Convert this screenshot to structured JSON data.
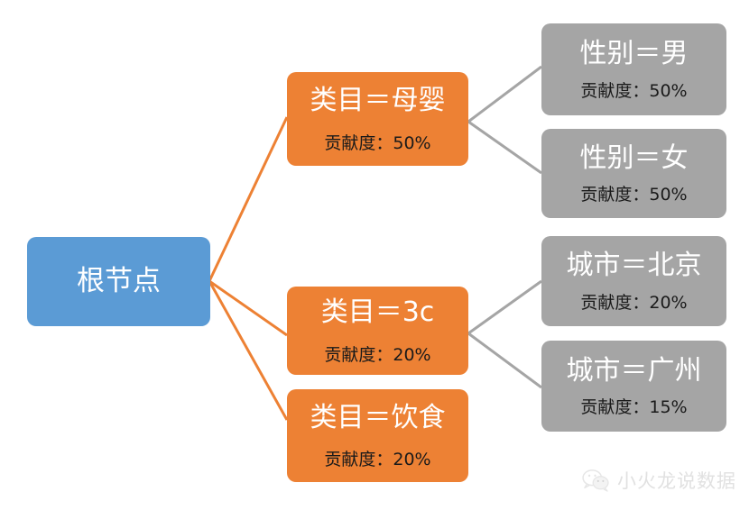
{
  "diagram": {
    "type": "tree",
    "title_visible": false,
    "colors": {
      "root": "#5B9BD5",
      "branch": "#ED8134",
      "leaf": "#A5A5A5",
      "branch_edge": "#ED8134",
      "leaf_edge": "#A5A5A5",
      "title_text": "#FFFFFF",
      "metric_text": "#1A1A1A",
      "background": "#FFFFFF"
    },
    "metric_label": "贡献度",
    "root": {
      "id": "root",
      "title": "根节点"
    },
    "branches": [
      {
        "id": "branch-muying",
        "title": "类目＝母婴",
        "metric": "贡献度：50%",
        "value": "50%",
        "children": [
          {
            "id": "leaf-gender-male",
            "title": "性别＝男",
            "metric": "贡献度：50%",
            "value": "50%"
          },
          {
            "id": "leaf-gender-female",
            "title": "性别＝女",
            "metric": "贡献度：50%",
            "value": "50%"
          }
        ]
      },
      {
        "id": "branch-3c",
        "title": "类目＝3c",
        "metric": "贡献度：20%",
        "value": "20%",
        "children": [
          {
            "id": "leaf-city-beijing",
            "title": "城市＝北京",
            "metric": "贡献度：20%",
            "value": "20%"
          },
          {
            "id": "leaf-city-guangzhou",
            "title": "城市＝广州",
            "metric": "贡献度：15%",
            "value": "15%"
          }
        ]
      },
      {
        "id": "branch-yinshi",
        "title": "类目＝饮食",
        "metric": "贡献度：20%",
        "value": "20%",
        "children": []
      }
    ]
  },
  "watermark": {
    "text": "小火龙说数据",
    "icon": "wechat-icon"
  }
}
